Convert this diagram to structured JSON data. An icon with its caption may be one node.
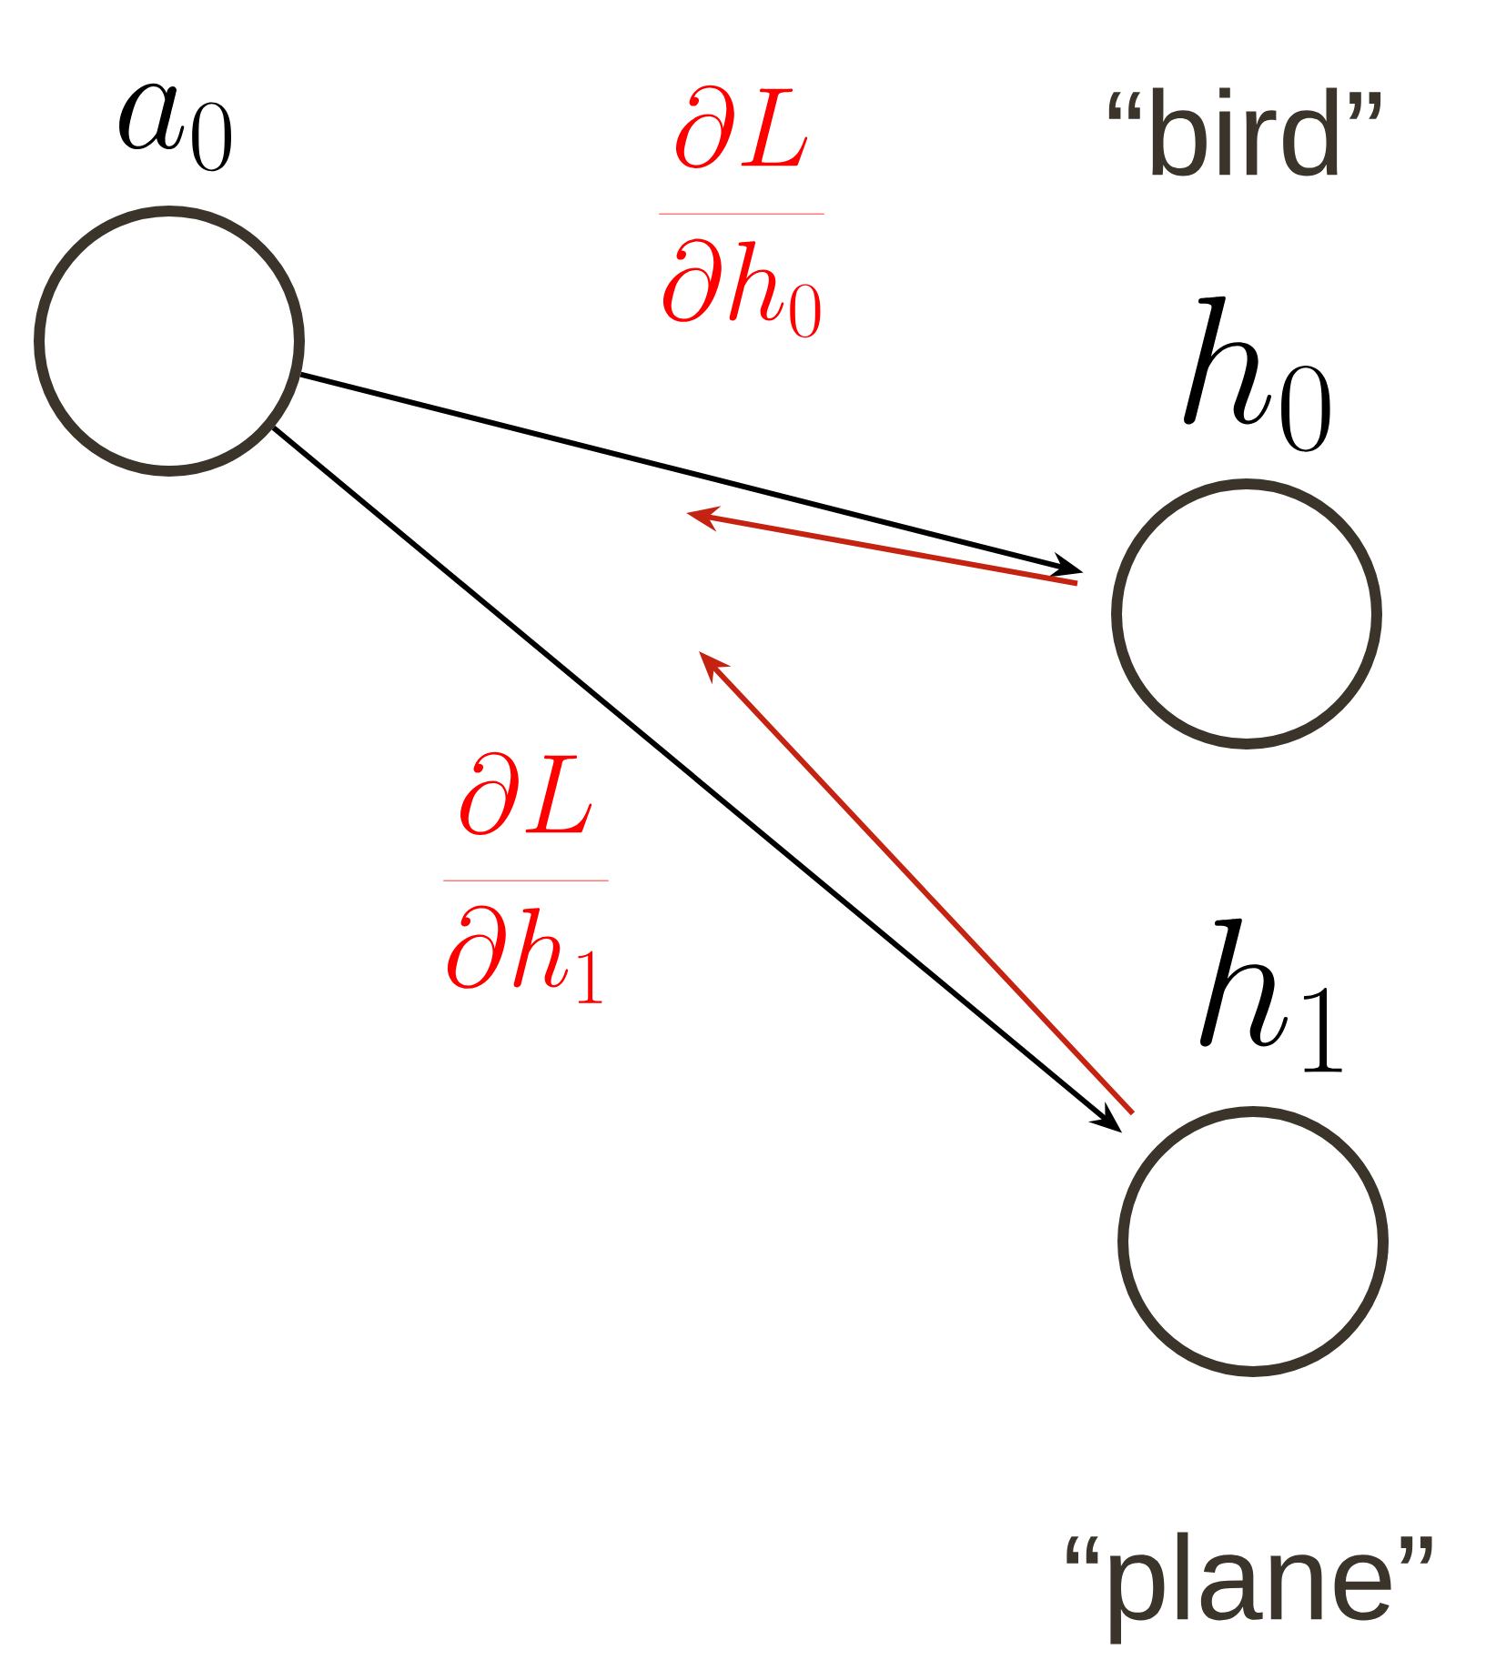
{
  "diagram": {
    "nodes": [
      {
        "text": [
          "a_0"
        ]
      },
      {
        "text": [
          "h_0"
        ],
        "beside": [
          "“bird”"
        ]
      },
      {
        "text": [
          "h_1"
        ],
        "beside": [
          "“plane”"
        ]
      }
    ],
    "edges": [
      {
        "from": 0,
        "to": 1,
        "arrow": "to"
      },
      {
        "from": 0,
        "to": 2,
        "arrow": "to"
      },
      {
        "from": 1,
        "to": null,
        "arrow": "to",
        "color": "#c42312"
      },
      {
        "from": 2,
        "to": null,
        "arrow": "to",
        "color": "#c42312"
      }
    ],
    "labels": [
      "\\frac{\\partial L}{\\partial h_0}",
      "\\frac{\\partial L}{\\partial h_1}"
    ]
  }
}
